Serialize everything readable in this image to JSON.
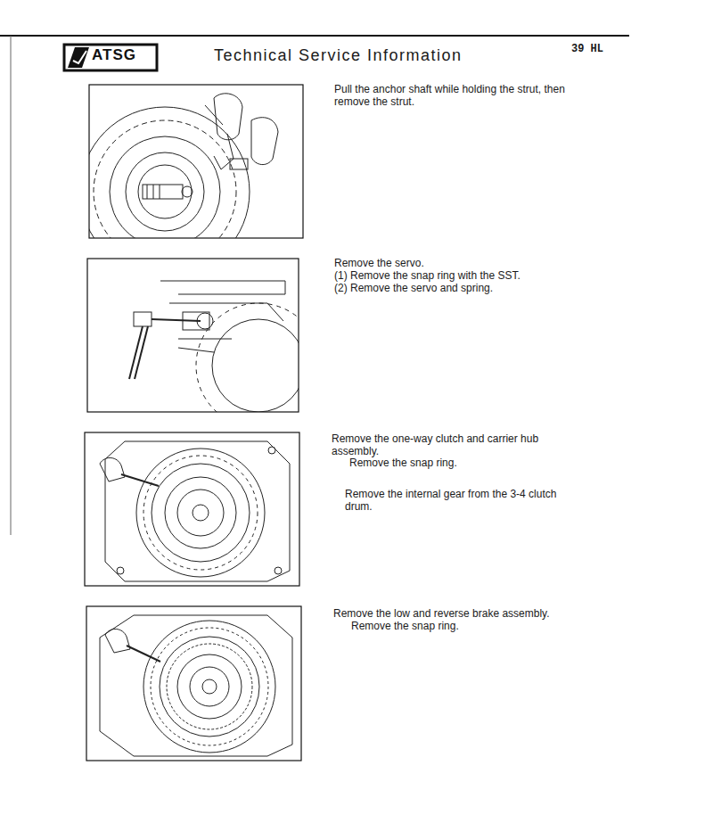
{
  "diagram": {
    "title": "Technical Service Information",
    "labels": [
      "ATSG",
      "39 HL",
      "Pull the anchor shaft while holding the strut, then remove the strut.",
      "Remove the servo.",
      "(1) Remove the snap ring with the SST.",
      "(2) Remove the servo and spring.",
      "Remove the one-way clutch and carrier hub assembly.",
      "Remove the snap ring.",
      "Remove the internal gear from the 3-4 clutch drum.",
      "Remove the low and reverse brake assembly.",
      "Remove the snap ring."
    ]
  }
}
